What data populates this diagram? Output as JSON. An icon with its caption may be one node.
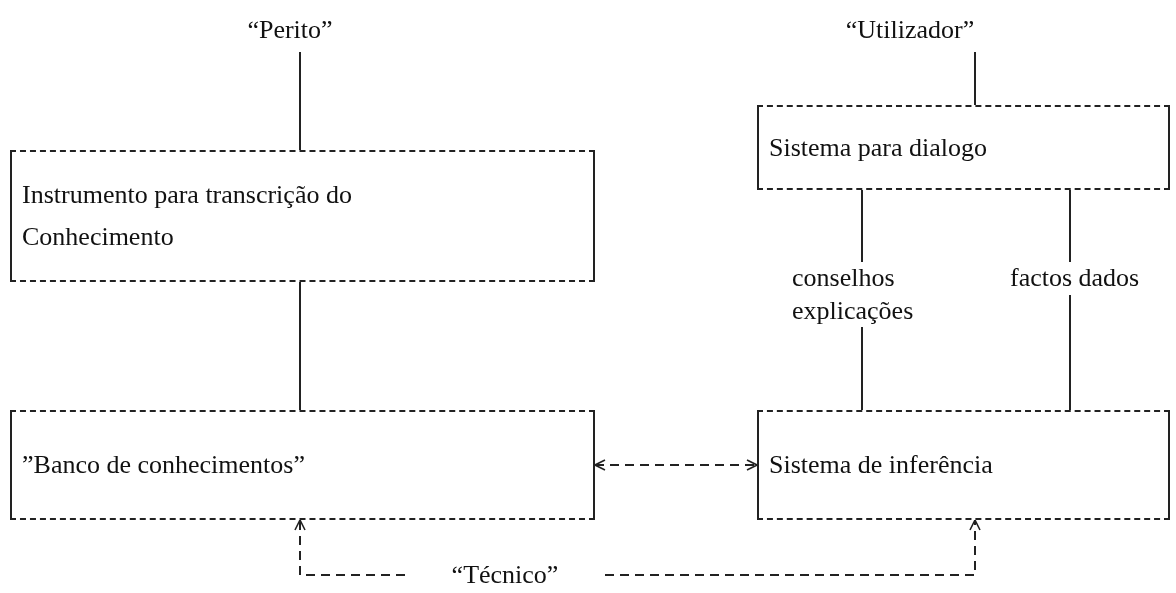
{
  "diagram": {
    "nodes": [
      {
        "text": [
          "“Perito”"
        ]
      },
      {
        "text": [
          "Instrumento para transcrição do Conhecimento"
        ]
      },
      {
        "text": [
          "”Banco de conhecimentos”"
        ]
      },
      {
        "text": [
          "“Utilizador”"
        ]
      },
      {
        "text": [
          "Sistema para dialogo"
        ]
      },
      {
        "text": [
          "Sistema de inferência"
        ]
      },
      {
        "text": [
          "“Técnico”"
        ]
      }
    ],
    "edges": [
      {
        "from": 0,
        "to": 1,
        "arrow": "none"
      },
      {
        "from": 1,
        "to": 2,
        "arrow": "none"
      },
      {
        "from": 3,
        "to": 4,
        "arrow": "none"
      },
      {
        "from": 4,
        "to": 5,
        "arrow": "none",
        "label": "conselhos explicações"
      },
      {
        "from": 4,
        "to": 5,
        "arrow": "none",
        "label": "factos dados"
      },
      {
        "from": 2,
        "to": 5,
        "arrow": "both",
        "style": "dashed"
      },
      {
        "from": 6,
        "to": 2,
        "arrow": "to",
        "style": "dashed"
      },
      {
        "from": 6,
        "to": 5,
        "arrow": "to",
        "style": "dashed"
      }
    ]
  }
}
